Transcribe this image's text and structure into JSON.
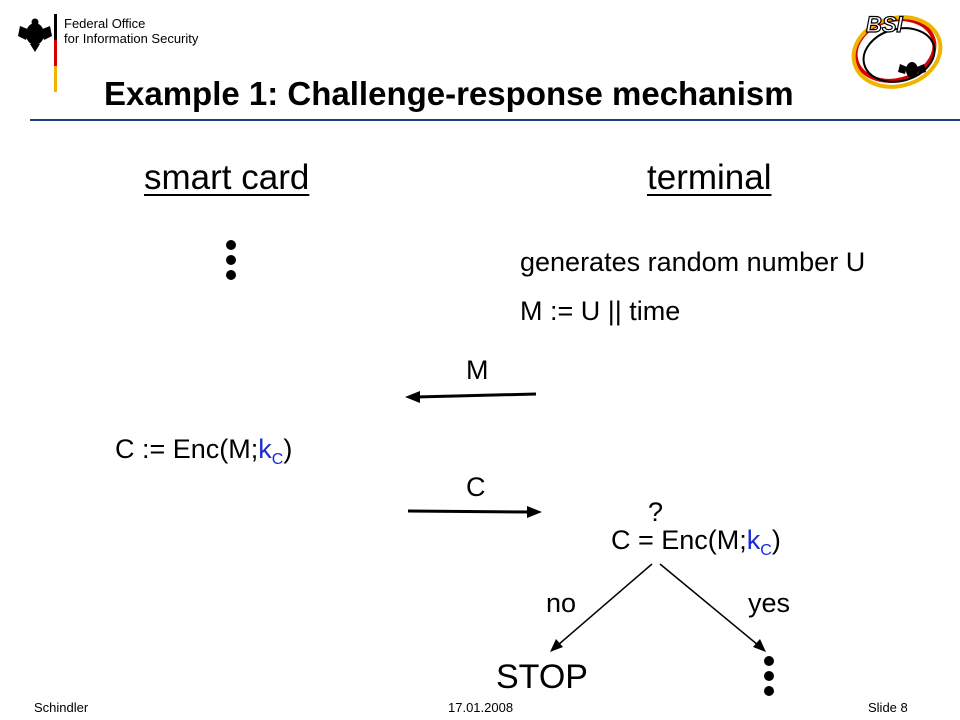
{
  "header": {
    "org_line1": "Federal Office",
    "org_line2": "for Information Security",
    "logo_text": "BSI",
    "title": "Example 1: Challenge-response mechanism"
  },
  "columns": {
    "left_heading": "smart card",
    "right_heading": "terminal"
  },
  "steps": {
    "generate": "generates random number U",
    "define_m": "M := U || time",
    "arrow_m_label": "M",
    "compute_c_prefix": "C := Enc(M;",
    "compute_c_key": "k",
    "compute_c_sub": "C",
    "compute_c_suffix": ")",
    "arrow_c_label": "C",
    "question_mark": "?",
    "check_prefix": "C = Enc(M;",
    "check_key": "k",
    "check_sub": "C",
    "check_suffix": ")",
    "branch_no": "no",
    "branch_yes": "yes",
    "stop": "STOP"
  },
  "footer": {
    "author": "Schindler",
    "date": "17.01.2008",
    "slide": "Slide 8"
  },
  "colors": {
    "accent": "#1a2bd6",
    "rule": "#1f3f7a",
    "flag_black": "#000000",
    "flag_red": "#d40000",
    "flag_gold": "#f0b400"
  }
}
